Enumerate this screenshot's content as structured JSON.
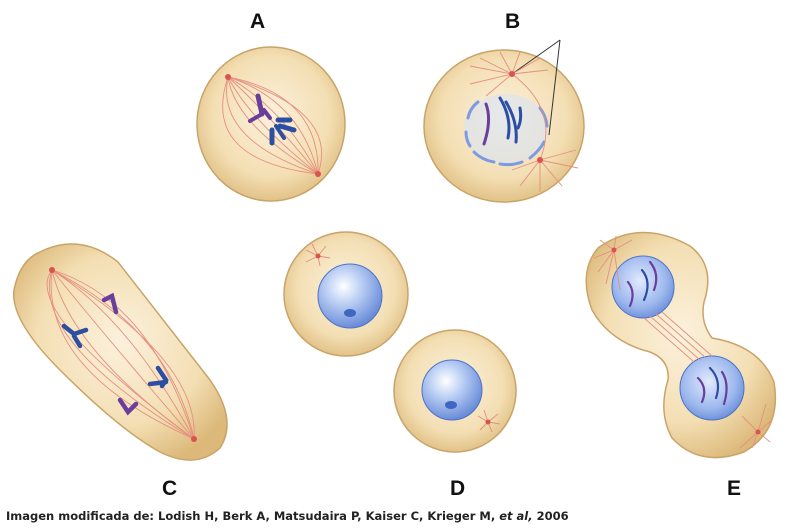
{
  "panels": [
    {
      "label": "A"
    },
    {
      "label": "B"
    },
    {
      "label": "C"
    },
    {
      "label": "D"
    },
    {
      "label": "E"
    }
  ],
  "caption": {
    "prefix": "Imagen modificada de: Lodish H, Berk A, Matsudaira P, Kaiser C, Krieger M, ",
    "italic": "et al,",
    "suffix": " 2006"
  },
  "colors": {
    "cell_fill": "#f4dfb4",
    "cell_edge": "#c9a469",
    "spindle": "#e58f80",
    "chromosome": "#2c4fa3",
    "chromosome_purple": "#6a3f9c",
    "nucleus": "#8fb0ea"
  },
  "icons": [
    "cell-icon",
    "nucleus-icon",
    "chromosome-icon",
    "spindle-icon",
    "centrosome-icon"
  ]
}
